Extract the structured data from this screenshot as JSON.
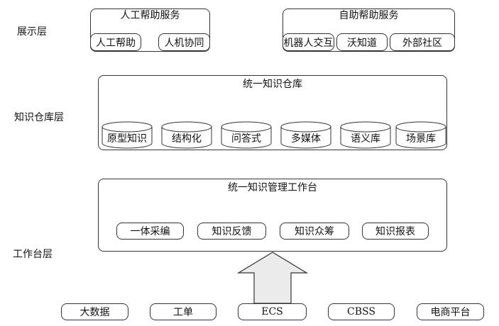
{
  "layers": {
    "display": "展示层",
    "warehouse": "知识仓库层",
    "workbench": "工作台层"
  },
  "human_service": {
    "title": "人工帮助服务",
    "items": [
      "人工帮助",
      "人机协同"
    ]
  },
  "self_service": {
    "title": "自助帮助服务",
    "items": [
      "机器人交互",
      "沃知道",
      "外部社区"
    ]
  },
  "warehouse": {
    "title": "统一知识仓库",
    "stores": [
      "原型知识",
      "结构化",
      "问答式",
      "多媒体",
      "语义库",
      "场景库"
    ]
  },
  "workbench": {
    "title": "统一知识管理工作台",
    "tools": [
      "一体采编",
      "知识反馈",
      "知识众筹",
      "知识报表"
    ]
  },
  "sources": [
    "大数据",
    "工单",
    "ECS",
    "CBSS",
    "电商平台"
  ]
}
